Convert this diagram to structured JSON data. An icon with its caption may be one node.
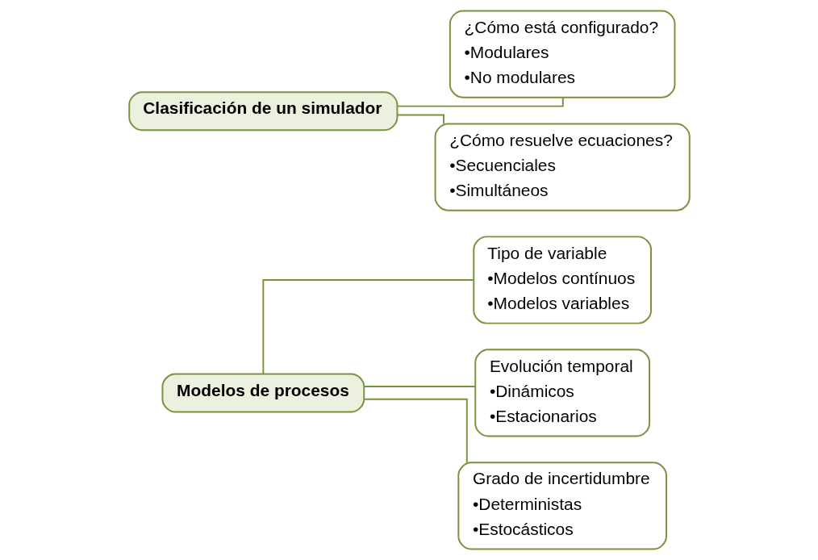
{
  "diagram": {
    "nodes": [
      {
        "text": [
          "Modelos de procesos"
        ]
      },
      {
        "text": [
          "Tipo de variable",
          "•Modelos contínuos",
          "•Modelos variables"
        ]
      },
      {
        "text": [
          "Evolución temporal",
          "•Dinámicos",
          "•Estacionarios"
        ]
      },
      {
        "text": [
          "Grado de incertidumbre",
          "•Deterministas",
          "•Estocásticos"
        ]
      },
      {
        "text": [
          "Clasificación de un simulador"
        ]
      },
      {
        "text": [
          "¿Cómo está configurado?",
          "•Modulares",
          "•No modulares"
        ]
      },
      {
        "text": [
          "¿Cómo resuelve ecuaciones?",
          "•Secuenciales",
          "•Simultáneos"
        ]
      }
    ],
    "edges": [
      {
        "from": 0,
        "to": 1,
        "arrow": "none"
      },
      {
        "from": 0,
        "to": 2,
        "arrow": "none"
      },
      {
        "from": 0,
        "to": 3,
        "arrow": "none"
      },
      {
        "from": 4,
        "to": 5,
        "arrow": "none"
      },
      {
        "from": 4,
        "to": 6,
        "arrow": "none"
      }
    ]
  }
}
